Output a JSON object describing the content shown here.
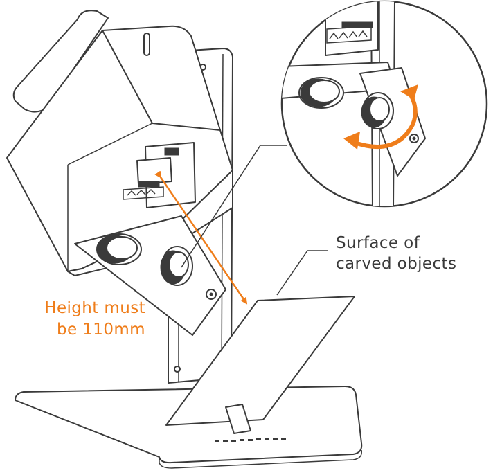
{
  "labels": {
    "surface_line1": "Surface of",
    "surface_line2": "carved objects",
    "height_line1": "Height must",
    "height_line2": "be 110mm"
  },
  "colors": {
    "accent": "#ef7d1a",
    "line": "#3a3a3a",
    "background": "#ffffff"
  },
  "icons": {
    "rotate": "rotate-arrow-icon",
    "measure": "double-arrow-icon"
  }
}
